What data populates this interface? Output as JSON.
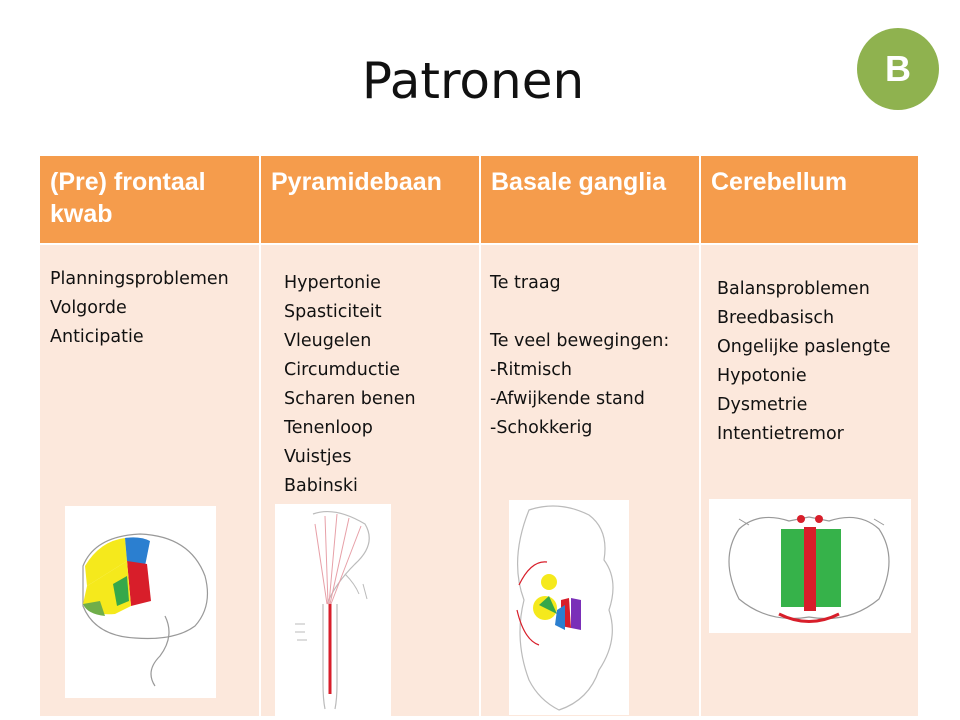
{
  "slide": {
    "title": "Patronen",
    "badge": "B"
  },
  "colors": {
    "header_bg": "#f59c4c",
    "body_bg": "#fce8dc",
    "badge_bg": "#8fb24f"
  },
  "columns": [
    {
      "header": "(Pre) frontaal kwab",
      "lines": [
        "Planningsproblemen",
        "Volgorde",
        "Anticipatie"
      ],
      "figure_icon": "brain-lobes-drawing"
    },
    {
      "header": "Pyramidebaan",
      "lines": [
        "Hypertonie",
        "Spasticiteit",
        "Vleugelen",
        "Circumductie",
        "Scharen benen",
        "Tenenloop",
        "Vuistjes",
        "Babinski"
      ],
      "figure_icon": "pyramidal-tract-drawing"
    },
    {
      "header": "Basale ganglia",
      "lines": [
        "Te traag",
        "",
        "Te veel bewegingen:",
        "-Ritmisch",
        "-Afwijkende stand",
        "-Schokkerig"
      ],
      "figure_icon": "basal-ganglia-drawing"
    },
    {
      "header": "Cerebellum",
      "lines": [
        "Balansproblemen",
        "Breedbasisch",
        "Ongelijke paslengte",
        "Hypotonie",
        "Dysmetrie",
        "Intentietremor"
      ],
      "figure_icon": "cerebellum-drawing"
    }
  ]
}
